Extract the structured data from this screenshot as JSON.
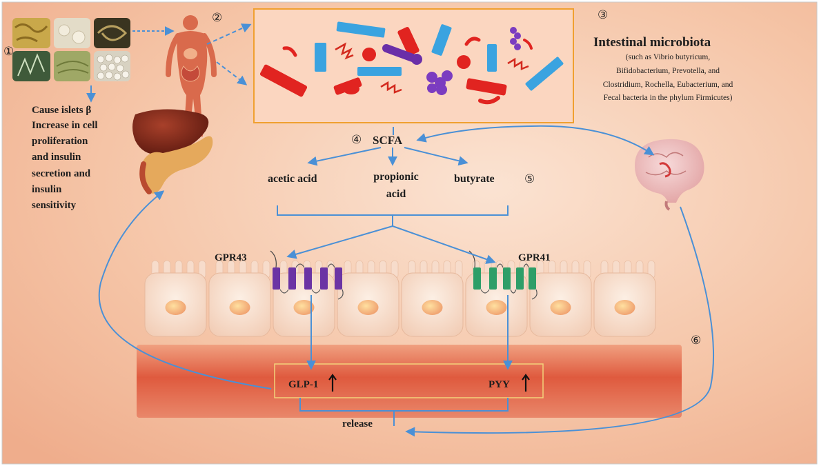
{
  "steps": {
    "s1": "①",
    "s2": "②",
    "s3": "③",
    "s4": "④",
    "s5": "⑤",
    "s6": "⑥"
  },
  "microbiota": {
    "title": "Intestinal microbiota",
    "details": [
      "(such as Vibrio butyricum,",
      "Bifidobacterium, Prevotella, and",
      "Clostridium, Rochella, Eubacterium, and",
      "Fecal bacteria in the phylum Firmicutes)"
    ]
  },
  "islets": {
    "lines": [
      "Cause islets β",
      "Increase in cell",
      "proliferation",
      "and insulin",
      "secretion and",
      "insulin",
      "sensitivity"
    ]
  },
  "scfa": {
    "label": "SCFA",
    "acids": {
      "acetic": "acetic acid",
      "propionic_1": "propionic",
      "propionic_2": "acid",
      "butyrate": "butyrate"
    }
  },
  "receptors": {
    "left": "GPR43",
    "right": "GPR41"
  },
  "hormones": {
    "left": "GLP-1",
    "right": "PYY",
    "release": "release"
  },
  "colors": {
    "arrow": "#4a90d6",
    "bacteria_red": "#e12420",
    "bacteria_blue": "#3aa3e0",
    "bacteria_purple": "#6a2fa8",
    "gpr43": "#6b34a4",
    "gpr41": "#2e9e68",
    "box_border": "#f0a030"
  }
}
